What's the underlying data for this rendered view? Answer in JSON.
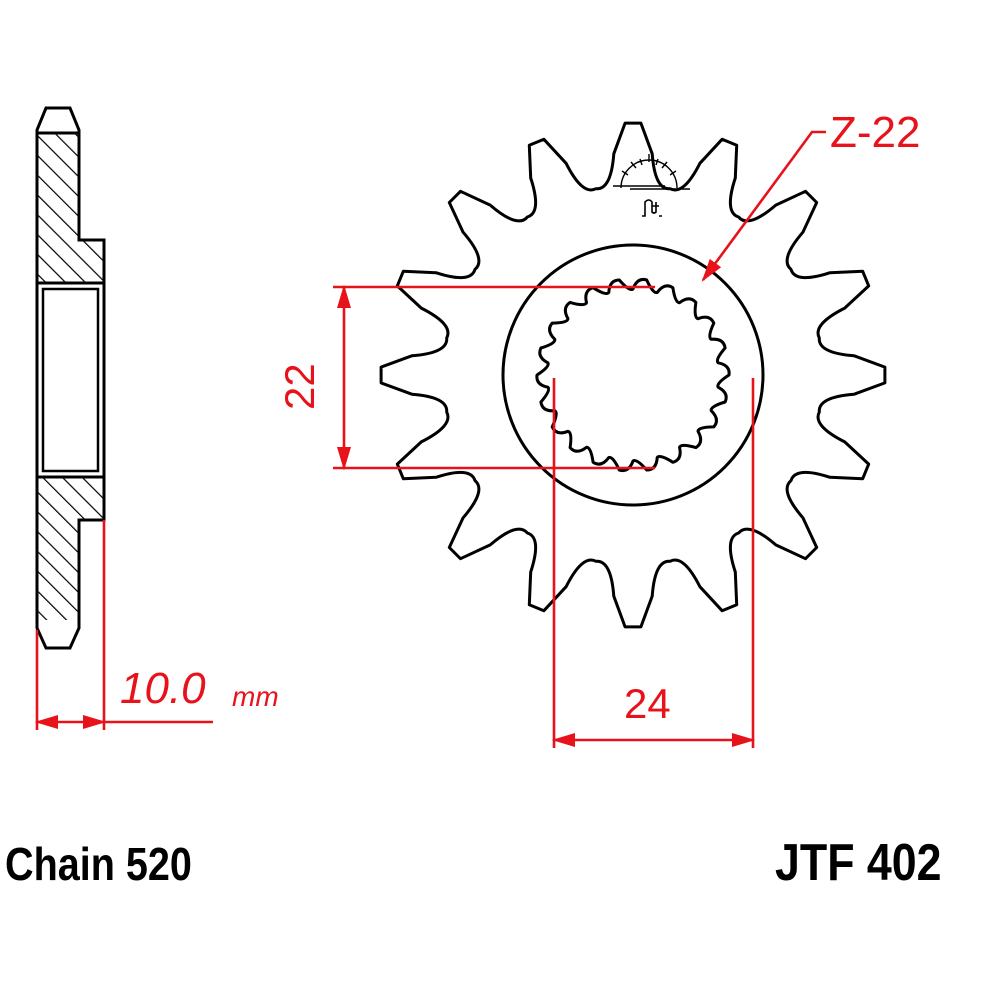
{
  "drawing": {
    "colors": {
      "outline": "#000000",
      "dimension": "#e8121b",
      "background": "#ffffff"
    },
    "sprocket": {
      "teeth_count": 16,
      "spline_label": "Z-22",
      "spline_teeth": 22
    },
    "dimensions": {
      "spline_width": "22",
      "hub_width": "24",
      "thickness_value": "10.0",
      "thickness_unit": "mm"
    },
    "footer": {
      "chain_label": "Chain 520",
      "part_number": "JTF 402"
    },
    "logo": {
      "icon": "sun-rising-logo-icon"
    }
  }
}
